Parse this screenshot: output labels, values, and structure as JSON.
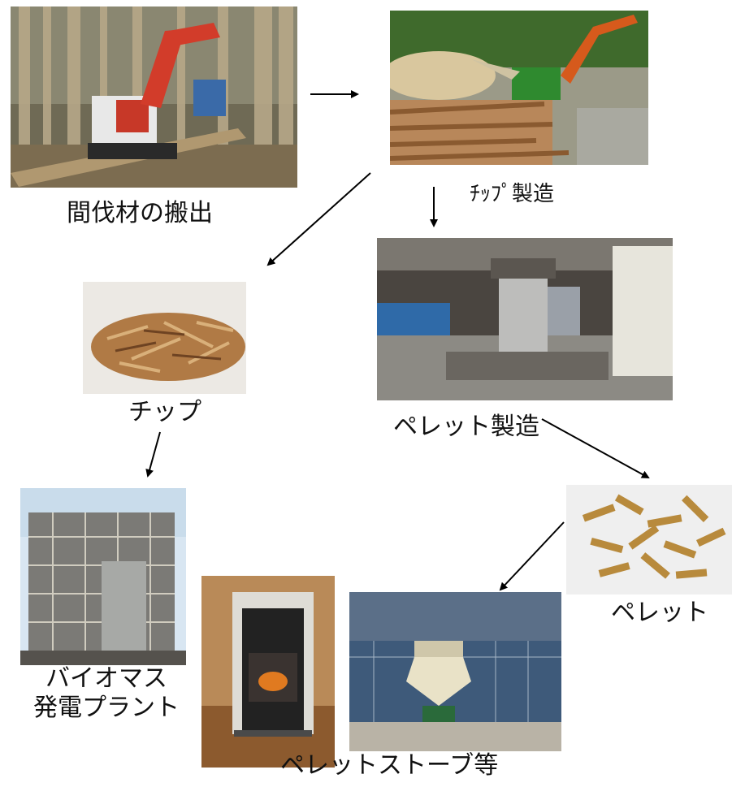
{
  "labels": {
    "thinning_removal": "間伐材の搬出",
    "chip_manufacture": "ﾁｯﾌﾟ製造",
    "chip": "チップ",
    "pellet_manufacture": "ペレット製造",
    "pellet": "ペレット",
    "biomass_line1": "バイオマス",
    "biomass_line2": "発電プラント",
    "pellet_stove": "ペレットストーブ等"
  },
  "photos": [
    {
      "name": "forestry-machine-photo",
      "subject": "excavator hauling thinned logs in cedar forest"
    },
    {
      "name": "chipper-photo",
      "subject": "chipper machine producing wood chips beside log piles"
    },
    {
      "name": "wood-chips-photo",
      "subject": "pile of wood chips"
    },
    {
      "name": "pellet-mill-photo",
      "subject": "pellet manufacturing machine in shed"
    },
    {
      "name": "biomass-plant-photo",
      "subject": "biomass power plant structure"
    },
    {
      "name": "pellet-stove-photo",
      "subject": "black pellet stove indoors"
    },
    {
      "name": "pellet-silo-photo",
      "subject": "pellet silo beside greenhouses"
    },
    {
      "name": "pellets-photo",
      "subject": "wood pellets"
    }
  ],
  "colors": {
    "arrow": "#000000"
  }
}
